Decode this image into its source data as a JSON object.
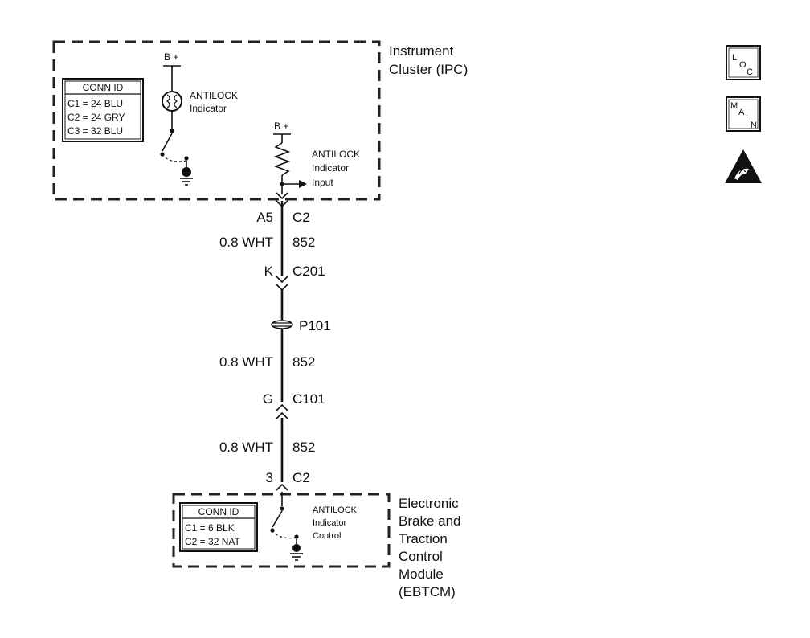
{
  "ipc": {
    "name_line1": "Instrument",
    "name_line2": "Cluster (IPC)",
    "conn_title": "CONN ID",
    "conn_rows": [
      "C1 = 24 BLU",
      "C2 = 24 GRY",
      "C3 = 32 BLU"
    ],
    "bplus_lamp": "B +",
    "bplus_input": "B +",
    "lamp_label_line1": "ANTILOCK",
    "lamp_label_line2": "Indicator",
    "input_label_line1": "ANTILOCK",
    "input_label_line2": "Indicator",
    "input_label_line3": "Input"
  },
  "wire": {
    "ipc_pin": "A5",
    "ipc_conn": "C2",
    "seg1_gauge": "0.8 WHT",
    "seg1_circuit": "852",
    "c201_pin": "K",
    "c201_name": "C201",
    "splice": "P101",
    "seg2_gauge": "0.8 WHT",
    "seg2_circuit": "852",
    "c101_pin": "G",
    "c101_name": "C101",
    "seg3_gauge": "0.8 WHT",
    "seg3_circuit": "852",
    "ebtcm_pin": "3",
    "ebtcm_conn": "C2"
  },
  "ebtcm": {
    "name_lines": [
      "Electronic",
      "Brake and",
      "Traction",
      "Control",
      "Module",
      "(EBTCM)"
    ],
    "conn_title": "CONN ID",
    "conn_rows": [
      "C1 = 6 BLK",
      "C2 = 32 NAT"
    ],
    "control_label_line1": "ANTILOCK",
    "control_label_line2": "Indicator",
    "control_label_line3": "Control"
  },
  "side_icons": {
    "loc_letters": [
      "L",
      "O",
      "C"
    ],
    "main_letters": [
      "M",
      "A",
      "I",
      "N"
    ],
    "esd_icon": "esd-warning-icon"
  }
}
